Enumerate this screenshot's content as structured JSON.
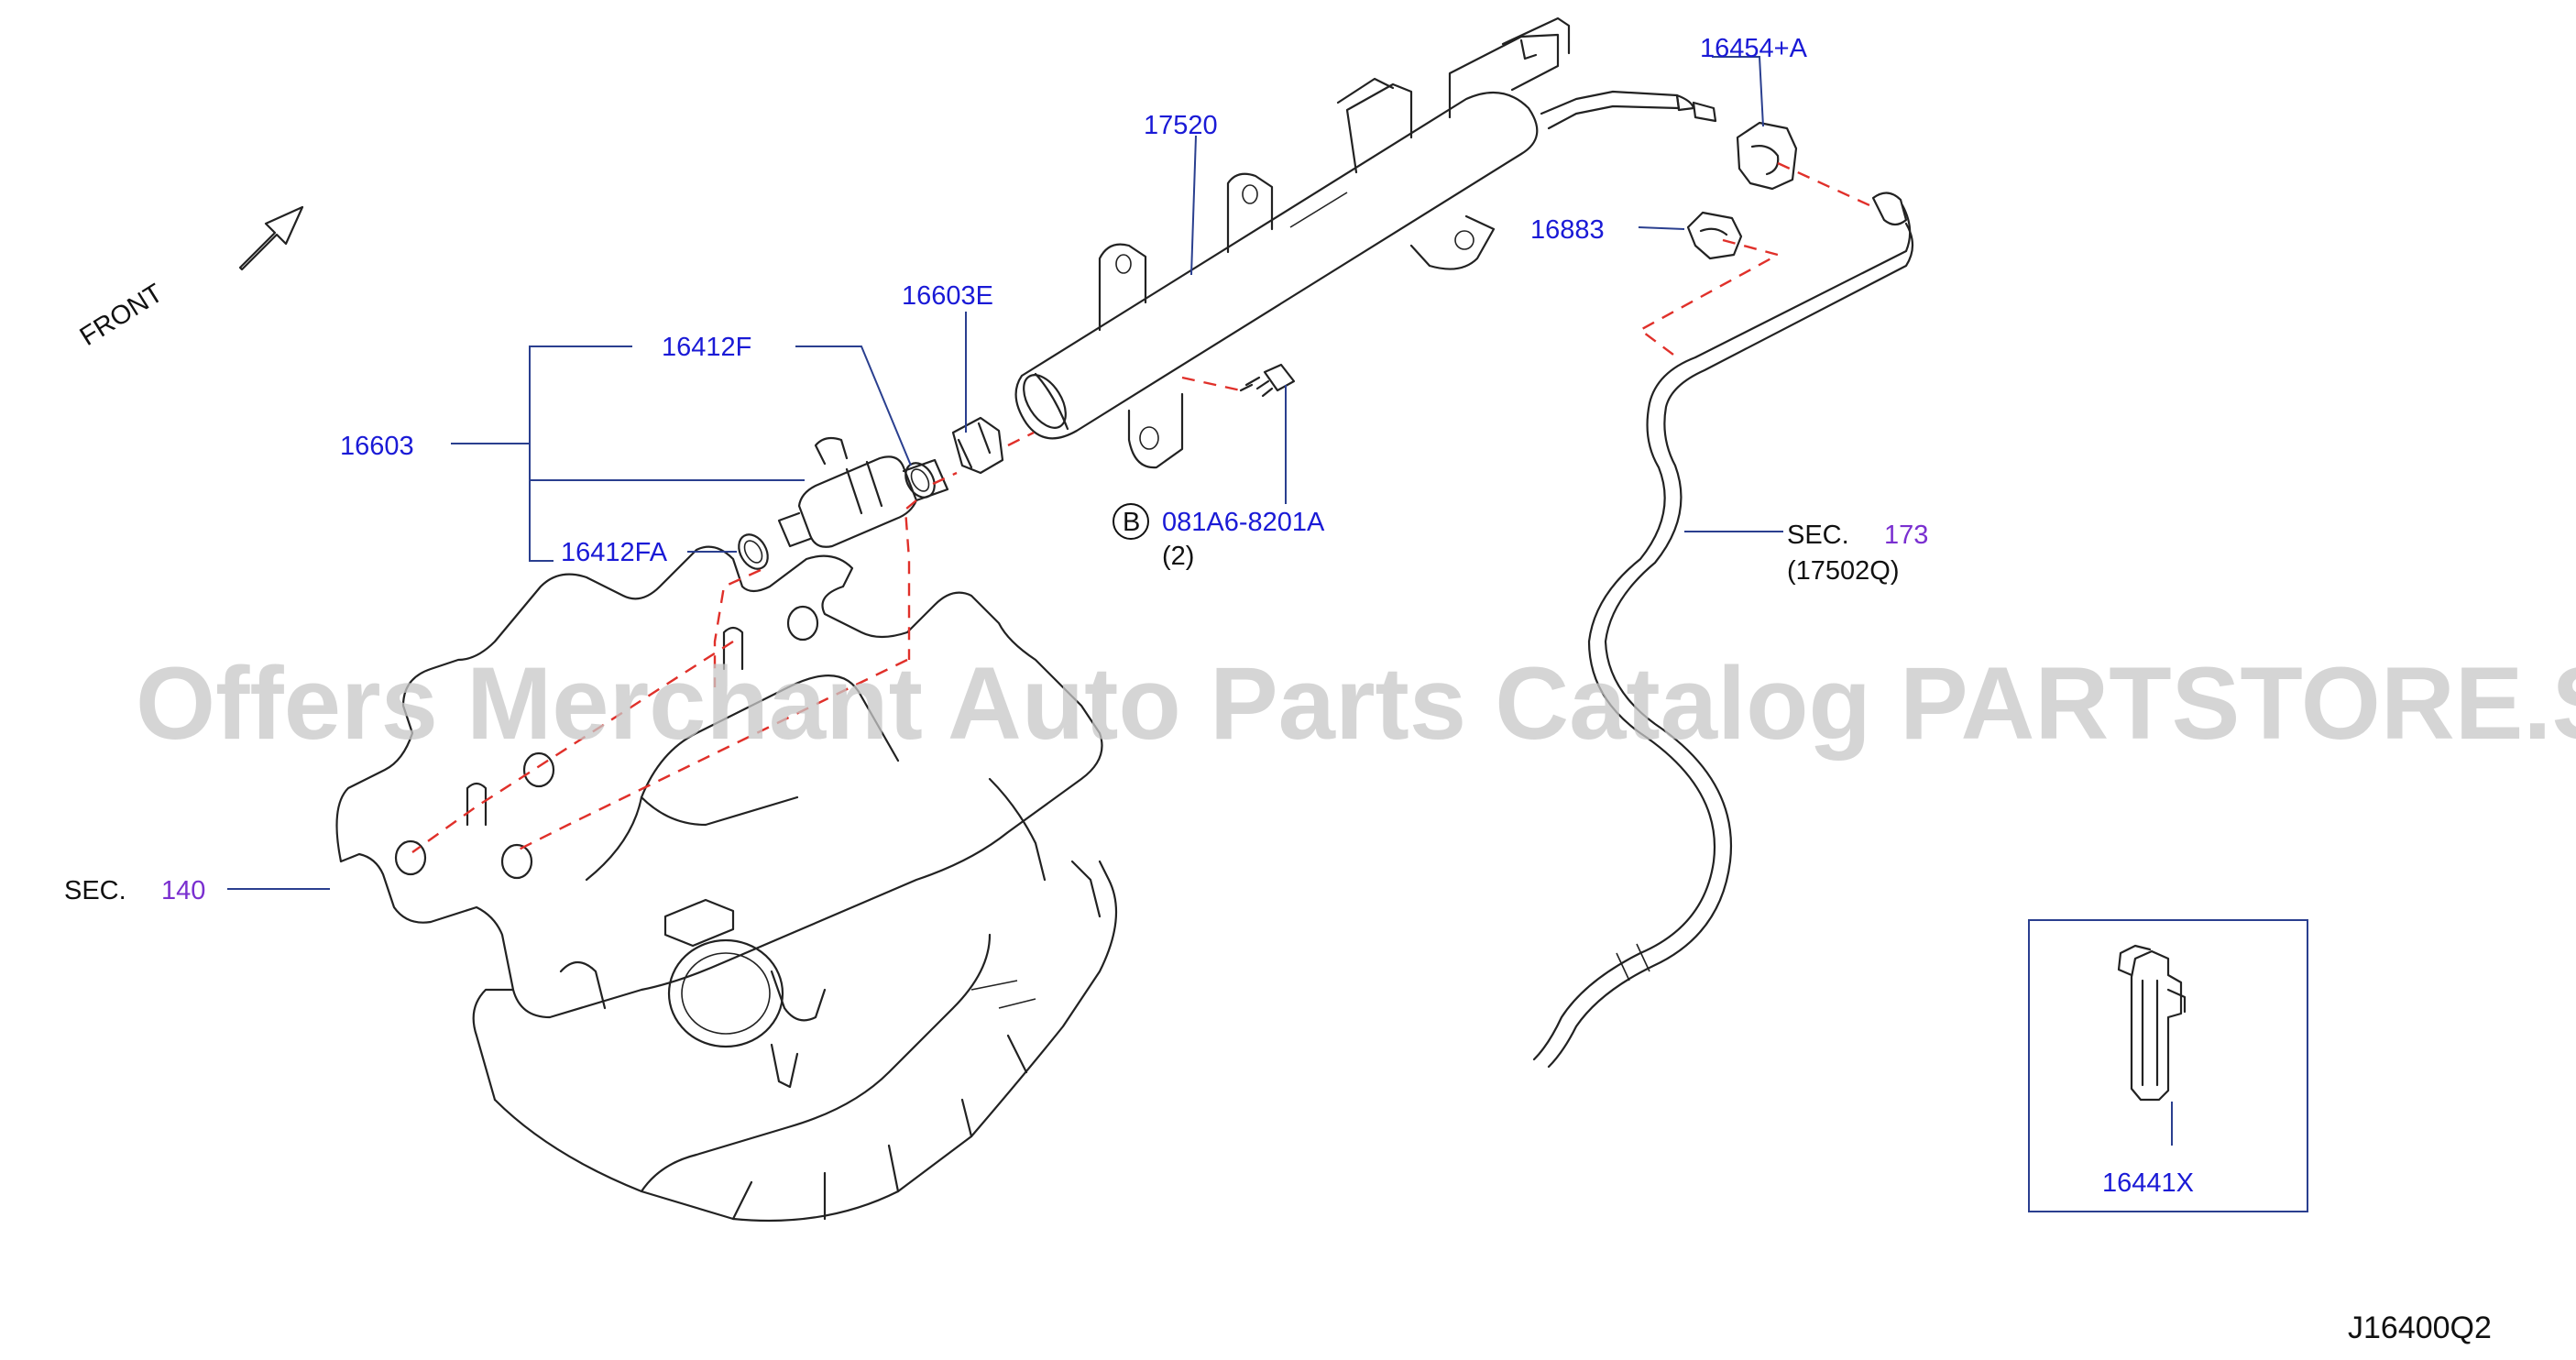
{
  "diagram": {
    "front_label": "FRONT",
    "watermark": "Offers Merchant Auto Parts Catalog PARTSTORE.SA",
    "diagram_code": "J16400Q2",
    "parts": {
      "p16454A": "16454+A",
      "p17520": "17520",
      "p16883": "16883",
      "p16603E": "16603E",
      "p16412F": "16412F",
      "p16603": "16603",
      "p16412FA": "16412FA",
      "bolt_circle": "B",
      "bolt_part": "081A6-8201A",
      "bolt_qty": "(2)",
      "sec173_prefix": "SEC.",
      "sec173_num": "173",
      "sec173_sub": "(17502Q)",
      "sec140_prefix": "SEC.",
      "sec140_num": "140",
      "p16441X": "16441X"
    }
  }
}
